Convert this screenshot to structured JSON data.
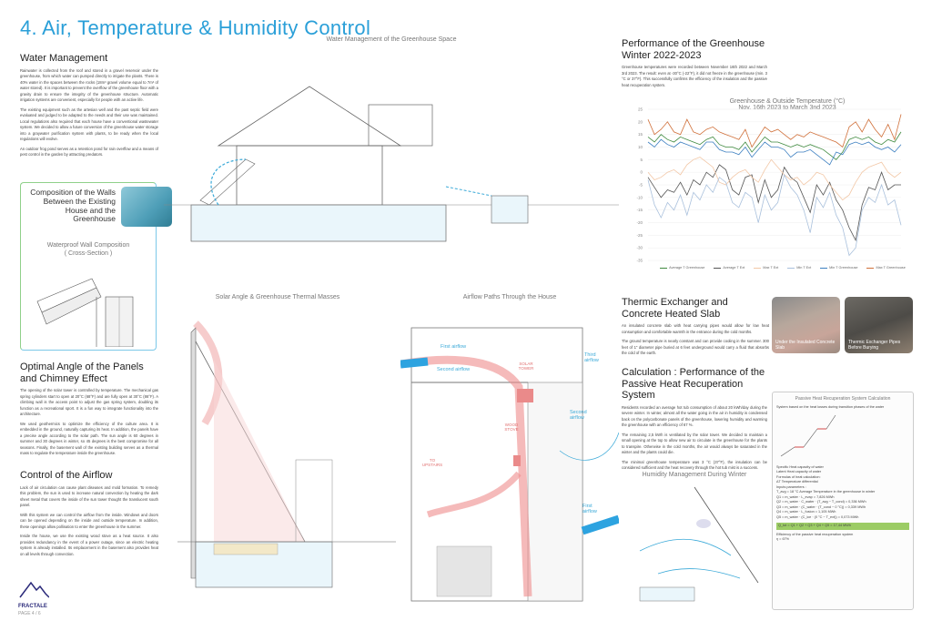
{
  "title": "4. Air, Temperature & Humidity Control",
  "water": {
    "heading": "Water Management",
    "p1": "Rainwater is collected from the roof and stored in a gravel reservoir under the greenhouse, from which water can pumped directly to irrigate the plants. There is 40% water in the spaces between the rocks (18m³ gravel volume equal to 7m³ of water stored). It is important to prevent the overflow of the greenhouse floor with a gravity drain to ensure the integrity of the greenhouse structure. Automatic irrigation systems are convenient, especially for people with an active life.",
    "p2": "The existing equipment such as the artesian well and the past septic field were evaluated and judged to be adapted to the needs and their use was maintained. Local regulations also required that each house have a conventional wastewater system. We decided to allow a future conversion of the greenhouse water storage into a graywater purification system with plants, to be ready when the local regulations will evolve.",
    "p3": "An outdoor frog pond serves as a retention pond for rain overflow and a means of pest control in the garden by attracting predators."
  },
  "walls": {
    "heading": "Composition of the Walls Between the Existing House and the Greenhouse",
    "diagram_title": "Waterproof Wall Composition",
    "diagram_subtitle": "( Cross-Section )"
  },
  "panels": {
    "heading": "Optimal Angle of the Panels and Chimney Effect",
    "p1": "The opening of the solar tower is controlled by temperature. The mechanical gas spring cylinders start to open at 20°C (68°F) and are fully open at 30°C (86°F). A climbing wall is the access point to adjust the gas spring system, doubling its function as a recreational sport. It is a fun way to integrate functionality into the architecture.",
    "p2": "We used geothermics to optimize the efficiency of the culture area. It is embedded in the ground, naturally capturing its heat. In addition, the panels have a precise angle according to the solar path. The sun angle is 60 degrees in summer and 30 degrees in winter, so 45 degrees is the best compromise for all seasons. Finally, the basement wall of the existing building serves as a thermal mass to regulate the temperature inside the greenhouse."
  },
  "airflow": {
    "heading": "Control of the Airflow",
    "p1": "Lack of air circulation can cause plant diseases and mold formation. To remedy this problem, the sun is used to increase natural convection by heating the dark sheet metal that covers the inside of the sun tower thought the translucent south panel.",
    "p2": "With this system we can control the airflow from the inside. Windows and doors can be opened depending on the inside and outside temperature. In addition, these openings allow pollination to enter the greenhouse in the summer.",
    "p3": "Inside the house, we use the existing wood stove as a heat source. It also provides redundancy in the event of a power outage, since an electric heating system is already installed. Its emplacement in the basement also provides heat on all levels through convection."
  },
  "logo": {
    "name": "FRACTALE",
    "page": "PAGE 4 / 6"
  },
  "diagrams": {
    "water": "Water Management of the Greenhouse Space",
    "solar": "Solar Angle & Greenhouse Thermal Masses",
    "airpaths": "Airflow Paths Through the House",
    "humidity": "Humidity Management During Winter"
  },
  "airlabels": {
    "first": "First airflow",
    "second": "Second airflow",
    "third": "Third airflow",
    "solar": "SOLAR TOWER",
    "stove": "WOOD STOVE",
    "upstairs": "TO UPSTAIRS",
    "second2": "Second airflow",
    "first2": "First airflow"
  },
  "performance": {
    "heading": "Performance of the Greenhouse Winter 2022-2023",
    "p1": "Greenhouse temperatures were recorded between November 16th 2022 and March 3rd 2023. The result: even at -30°C (-22°F), it did not freeze in the greenhouse (min. 3 °C or 37°F). This successfully confirms the efficiency of the insulation and the passive heat recuperation system."
  },
  "thermic": {
    "heading": "Thermic Exchanger and Concrete Heated Slab",
    "p1": "An insulated concrete slab with heat carrying pipes would allow for low heat consumption and comfortable warmth in the entrance during the cold months.",
    "p2": "The ground temperature is nearly constant and can provide cooling in the summer. 300 feet of 1\" diameter pipe buried at 6 feet underground would carry a fluid that absorbs the cold of the earth.",
    "photo1": "Under the Insulated Concrete Slab",
    "photo2": "Thermic Exchanger Pipes Before Burying"
  },
  "calculation": {
    "heading": "Calculation : Performance of the Passive Heat Recuperation System",
    "p1": "Residents recorded an average hot tub consumption of about 20 kWh/day during the severe winter. In winter, almost all the water going in the air in humidity is condensed back on the polycarbonate panels of the greenhouse, lowering humidity and warming the greenhouse with an efficiency of 67 %.",
    "p2": "The remaining 2,5 kWh is ventilated by the solar tower. We decided to maintain a small opening at the top to allow new air to circulate in the greenhouse for the plants to transpire. Otherwise in the cold months, the air would always be saturated in the winter and the plants could die.",
    "p3": "The minimal greenhouse temperature was 3 °C (37°F), the insulation can be considered sufficient and the heat recovery through the hot tub mist is a success.",
    "box_title": "Passive Heat Recuperation System Calculation",
    "box_sub": "System based on the heat losses during transition phases of the water",
    "lines": [
      "Specific Heat capacity of water",
      "Latent Heat capacity of water",
      "Formulas of heat calculation:",
      "ΔT   Temperature differential",
      "Inputs parameters :",
      "T_avg = 18 °C   Average Temperature in the greenhouse in winter",
      "Q1 = m_water · L_evap = 7,826 MWh",
      "Q2 = m_water · C_water · (T_avg − T_cond) = 0,336 MWh",
      "Q3 = m_water · (C_water · (T_cond − 0 °C)) = 0,339 MWh",
      "Q4 = m_water · L_fusion = 1,105 MWh",
      "Q5 = m_water · (C_ice · (0 °C − T_ext)) = 0,073 MWh"
    ],
    "total": "Q_tot = Q1 + Q2 + Q3 + Q4 + Q5 = 17,44 MWh",
    "eff": "Efficiency of the passive heat recuperation system",
    "eta": "η = 67%"
  },
  "chart_data": {
    "type": "line",
    "title": "Greenhouse & Outside Temperature (°C)",
    "subtitle": "Nov. 16th 2023 to March 3nd 2023",
    "ylim": [
      -35,
      25
    ],
    "yticks": [
      25,
      20,
      15,
      10,
      5,
      0,
      -5,
      -10,
      -15,
      -20,
      -25,
      -30,
      -35
    ],
    "legend_position": "bottom",
    "series": [
      {
        "name": "Average T Greenhouse",
        "color": "#3f8a3f",
        "values": [
          14,
          12,
          15,
          13,
          12,
          14,
          13,
          12,
          11,
          13,
          14,
          11,
          10,
          10,
          9,
          12,
          8,
          11,
          14,
          12,
          12,
          11,
          10,
          11,
          10,
          11,
          10,
          9,
          7,
          5,
          8,
          13,
          14,
          13,
          14,
          12,
          11,
          13,
          12,
          16
        ]
      },
      {
        "name": "Average T Ext",
        "color": "#555555",
        "values": [
          -2,
          -6,
          -10,
          -7,
          -8,
          -4,
          -9,
          -3,
          -5,
          0,
          -2,
          3,
          1,
          -7,
          -9,
          -2,
          -1,
          -12,
          -3,
          -10,
          -7,
          2,
          -2,
          -4,
          -10,
          -16,
          -5,
          -9,
          -4,
          -11,
          -15,
          -22,
          -27,
          -13,
          -6,
          -7,
          0,
          -7,
          -5,
          -5
        ]
      },
      {
        "name": "Max T Ext",
        "color": "#f2c7a6",
        "values": [
          0,
          -3,
          -2,
          0,
          1,
          -1,
          3,
          5,
          6,
          4,
          2,
          -4,
          -5,
          -2,
          0,
          1,
          -2,
          -4,
          1,
          5,
          2,
          -1,
          -3,
          -2,
          -5,
          -3,
          0,
          -1,
          -5,
          -8,
          -11,
          -9,
          -4,
          0,
          2,
          3,
          4,
          0,
          -2,
          0
        ]
      },
      {
        "name": "Min T Ext",
        "color": "#a9c0dc",
        "values": [
          -3,
          -13,
          -18,
          -12,
          -15,
          -9,
          -17,
          -8,
          -11,
          -5,
          -8,
          -2,
          -4,
          -12,
          -14,
          -8,
          -10,
          -20,
          -9,
          -15,
          -12,
          -1,
          -6,
          -9,
          -15,
          -24,
          -10,
          -14,
          -8,
          -17,
          -22,
          -33,
          -30,
          -15,
          -10,
          -12,
          -5,
          -13,
          -11,
          -21
        ]
      },
      {
        "name": "Min T Greenhouse",
        "color": "#3c7fc0",
        "values": [
          12,
          10,
          13,
          11,
          10,
          12,
          11,
          10,
          9,
          12,
          12,
          9,
          8,
          8,
          7,
          10,
          6,
          9,
          12,
          10,
          10,
          9,
          6,
          8,
          8,
          9,
          7,
          5,
          3,
          8,
          7,
          11,
          12,
          11,
          12,
          10,
          9,
          10,
          8,
          11
        ]
      },
      {
        "name": "Max T Greenhouse",
        "color": "#d0703a",
        "values": [
          21,
          15,
          17,
          20,
          16,
          15,
          21,
          16,
          15,
          17,
          18,
          16,
          15,
          14,
          13,
          17,
          10,
          14,
          18,
          16,
          17,
          15,
          13,
          15,
          14,
          16,
          15,
          14,
          13,
          12,
          10,
          18,
          20,
          16,
          21,
          17,
          14,
          19,
          13,
          23
        ]
      }
    ]
  }
}
